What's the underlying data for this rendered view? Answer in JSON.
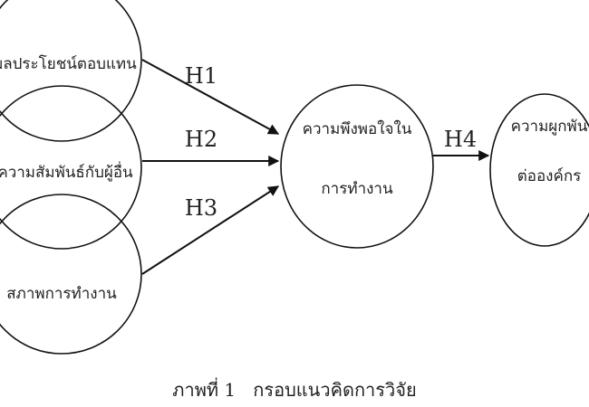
{
  "diagram": {
    "nodes": {
      "benefits": "ผลประโยชน์ตอบแทน",
      "relationships": "ความสัมพันธ์กับผู้อื่น",
      "environment": "สภาพการทำงาน",
      "satisfaction_line1": "ความพึงพอใจใน",
      "satisfaction_line2": "การทำงาน",
      "commitment_line1": "ความผูกพัน",
      "commitment_line2": "ต่อองค์กร"
    },
    "hypotheses": {
      "h1": "H1",
      "h2": "H2",
      "h3": "H3",
      "h4": "H4"
    },
    "caption": "ภาพที่ 1   กรอบแนวคิดการวิจัย"
  }
}
